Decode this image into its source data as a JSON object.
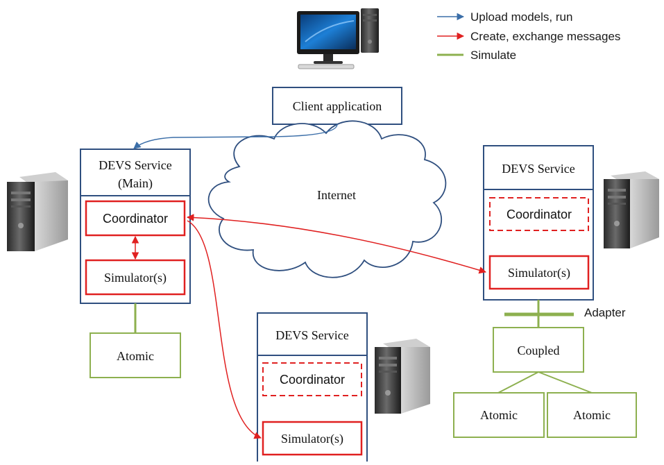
{
  "legend": {
    "upload": "Upload models, run",
    "create": "Create, exchange messages",
    "simulate": "Simulate"
  },
  "client": {
    "label": "Client application"
  },
  "cloud": {
    "label": "Internet"
  },
  "main_service": {
    "title_line1": "DEVS Service",
    "title_line2": "(Main)",
    "coordinator": "Coordinator",
    "simulator": "Simulator(s)",
    "atomic": "Atomic"
  },
  "right_service": {
    "title": "DEVS Service",
    "coordinator": "Coordinator",
    "simulator": "Simulator(s)",
    "adapter": "Adapter",
    "coupled": "Coupled",
    "atomic_left": "Atomic",
    "atomic_right": "Atomic"
  },
  "bottom_service": {
    "title": "DEVS Service",
    "coordinator": "Coordinator",
    "simulator": "Simulator(s)"
  },
  "colors": {
    "blue": "#3b6ea8",
    "red": "#e02020",
    "green": "#8db04f",
    "box_border": "#2f4f7f"
  }
}
